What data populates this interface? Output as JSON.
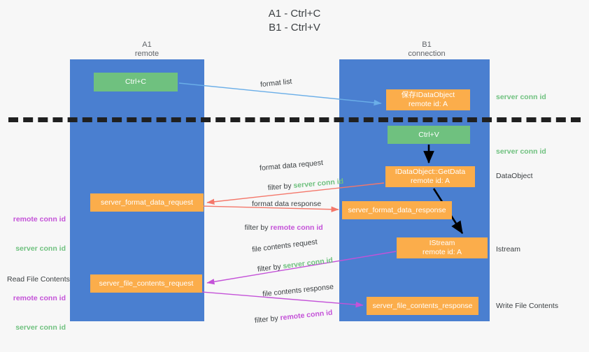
{
  "title": "A1 - Ctrl+C\nB1 - Ctrl+V",
  "columns": {
    "left": {
      "name": "A1",
      "role": "remote",
      "header": "A1\nremote"
    },
    "right": {
      "name": "B1",
      "role": "connection",
      "header": "B1\nconnection"
    }
  },
  "colors": {
    "lane": "#4a7fd0",
    "green_box": "#6fc17f",
    "orange_box": "#fbad4b",
    "server_conn_id": "#6fc17f",
    "remote_conn_id": "#c452d8",
    "format_list_arrow": "#6aaee8",
    "format_data_arrow": "#f4776a",
    "file_contents_arrow": "#c452d8",
    "black_arrow": "#000000",
    "background": "#f7f7f7",
    "text": "#3c4043"
  },
  "boxes": {
    "ctrl_c": {
      "label": "Ctrl+C"
    },
    "set_data_object": {
      "line1": "保存IDataObject",
      "line2": "remote id: A"
    },
    "ctrl_v": {
      "label": "Ctrl+V"
    },
    "get_data": {
      "line1": "IDataObject::GetData",
      "line2": "remote id: A"
    },
    "istream": {
      "line1": "IStream",
      "line2": "remote id: A"
    },
    "server_format_data_request": {
      "label": "server_format_data_request"
    },
    "server_format_data_response": {
      "label": "server_format_data_response"
    },
    "server_file_contents_request": {
      "label": "server_file_contents_request"
    },
    "server_file_contents_response": {
      "label": "server_file_contents_response"
    }
  },
  "edges": {
    "format_list": {
      "label": "format list"
    },
    "format_data_request": {
      "label": "format data request",
      "filter_prefix": "filter by ",
      "filter_value": "server conn id"
    },
    "format_data_response": {
      "label": "format data response",
      "filter_prefix": "filter by ",
      "filter_value": "remote conn id"
    },
    "file_contents_request": {
      "label": "file contents request",
      "filter_prefix": "filter by ",
      "filter_value": "server conn id"
    },
    "file_contents_response": {
      "label": "file contents response",
      "filter_prefix": "filter by ",
      "filter_value": "remote conn id"
    }
  },
  "right_labels": {
    "server_conn_id_top": "server conn id",
    "server_conn_id_mid": "server conn id",
    "data_object": "DataObject",
    "istream": "Istream",
    "write_file_contents": "Write File Contents"
  },
  "left_labels": {
    "remote_conn_id_1": "remote conn id",
    "server_conn_id_1": "server conn id",
    "read_file_contents": "Read File Contents",
    "remote_conn_id_2": "remote conn id",
    "server_conn_id_2": "server conn id"
  }
}
